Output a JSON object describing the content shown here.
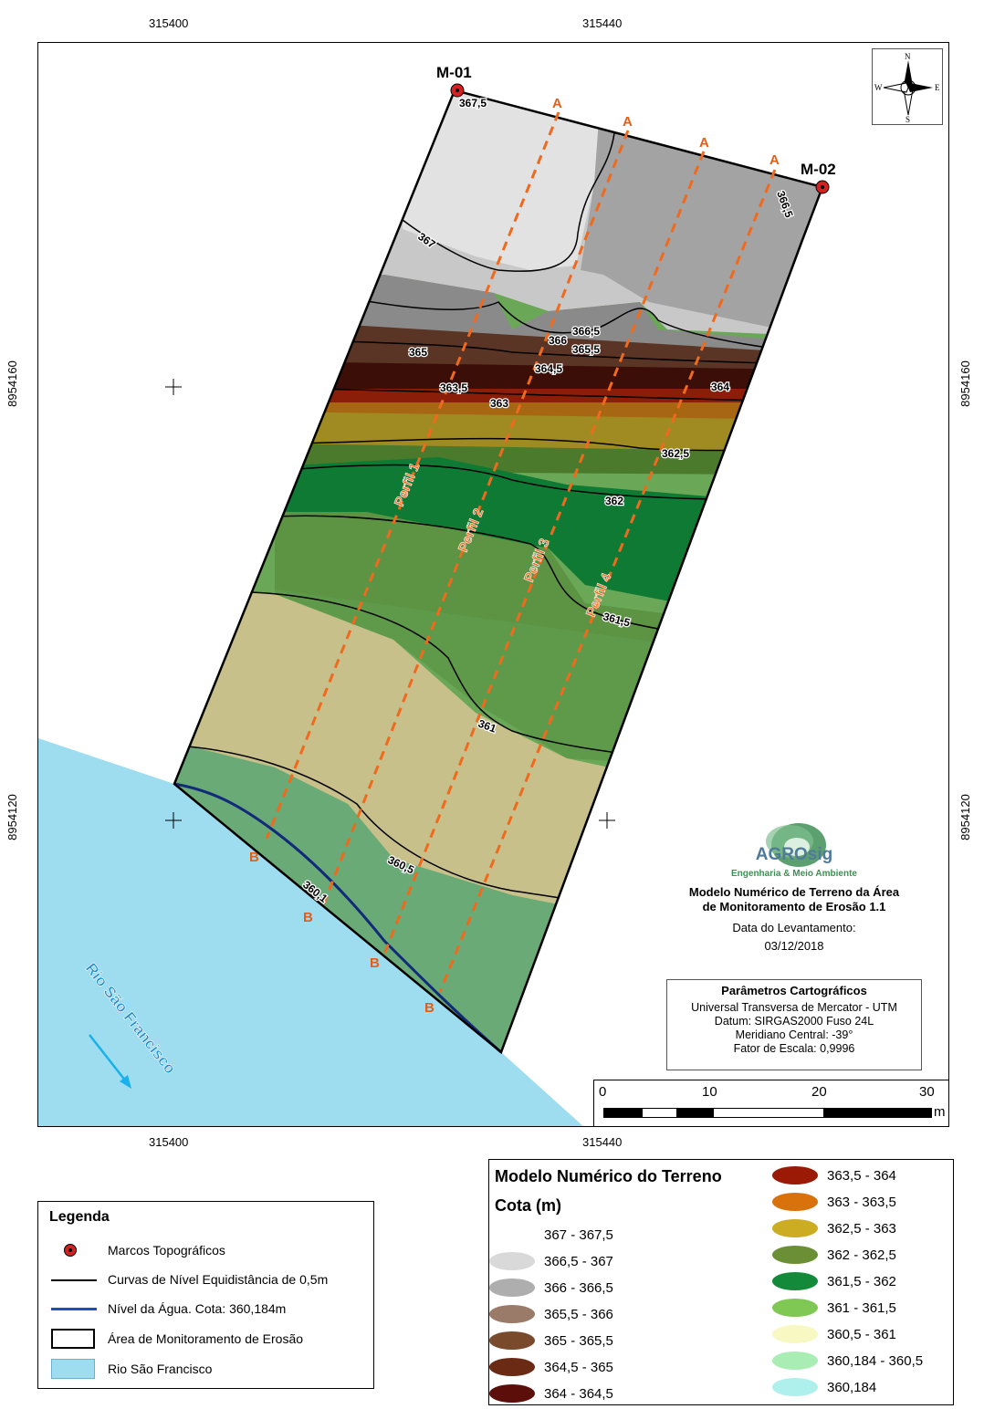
{
  "coords": {
    "x_top_left": "315400",
    "x_top_right": "315440",
    "x_bottom_left": "315400",
    "x_bottom_right": "315440",
    "y_upper": "8954160",
    "y_lower": "8954120"
  },
  "markers": {
    "m01": "M-01",
    "m02": "M-02"
  },
  "profile_ends": {
    "a": "A",
    "b": "B"
  },
  "profiles": [
    "Perfil 1",
    "Perfil 2",
    "Perfil 3",
    "Perfil 4"
  ],
  "contour_labels": [
    "367,5",
    "367",
    "366,5",
    "366",
    "366,5",
    "365,5",
    "365",
    "364,5",
    "363,5",
    "363",
    "364",
    "362,5",
    "362",
    "361,5",
    "361",
    "360,5",
    "360,1"
  ],
  "river_name": "Rio São Francisco",
  "north": {
    "n": "N",
    "s": "S",
    "e": "E",
    "w": "W"
  },
  "logo": {
    "name": "AGROsig",
    "tagline": "Engenharia & Meio Ambiente"
  },
  "title": {
    "line1": "Modelo Numérico de Terreno da Área",
    "line2": "de Monitoramento de Erosão 1.1",
    "date_label": "Data do Levantamento:",
    "date": "03/12/2018"
  },
  "params": {
    "heading": "Parâmetros Cartográficos",
    "l1": "Universal Transversa de Mercator  - UTM",
    "l2": "Datum: SIRGAS2000 Fuso 24L",
    "l3": "Meridiano Central: -39°",
    "l4": "Fator de Escala: 0,9996"
  },
  "scale": {
    "t0": "0",
    "t1": "10",
    "t2": "20",
    "t3": "30",
    "unit": "m"
  },
  "legend": {
    "title": "Legenda",
    "items": [
      "Marcos Topográficos",
      "Curvas de Nível Equidistância de 0,5m",
      "Nível da Água. Cota: 360,184m",
      "Área de Monitoramento de Erosão",
      "Rio São Francisco"
    ],
    "colors": {
      "marker": "#d42020",
      "contour": "#000000",
      "water_line": "#1f4fbf",
      "river": "#9edcf0"
    }
  },
  "dem_legend": {
    "title1": "Modelo Numérico do Terreno",
    "title2": "Cota (m)",
    "classes_left": [
      {
        "label": "367 - 367,5",
        "color": "#ffffff"
      },
      {
        "label": "366,5 - 367",
        "color": "#d9d9d9"
      },
      {
        "label": "366 - 366,5",
        "color": "#aeaeae"
      },
      {
        "label": "365,5 - 366",
        "color": "#9a7a68"
      },
      {
        "label": "365 - 365,5",
        "color": "#7a4a2c"
      },
      {
        "label": "364,5 - 365",
        "color": "#6a2a14"
      },
      {
        "label": "364 - 364,5",
        "color": "#5c0e0a"
      }
    ],
    "classes_right": [
      {
        "label": "363,5 - 364",
        "color": "#9a1a06"
      },
      {
        "label": "363 - 363,5",
        "color": "#d9720a"
      },
      {
        "label": "362,5 - 363",
        "color": "#ccac22"
      },
      {
        "label": "362 - 362,5",
        "color": "#6b8f35"
      },
      {
        "label": "361,5 - 362",
        "color": "#138a3a"
      },
      {
        "label": "361 - 361,5",
        "color": "#80c854"
      },
      {
        "label": "360,5 - 361",
        "color": "#f7f8c2"
      },
      {
        "label": "360,184 - 360,5",
        "color": "#a9ecb4"
      },
      {
        "label": "360,184",
        "color": "#aef0ec"
      }
    ]
  }
}
